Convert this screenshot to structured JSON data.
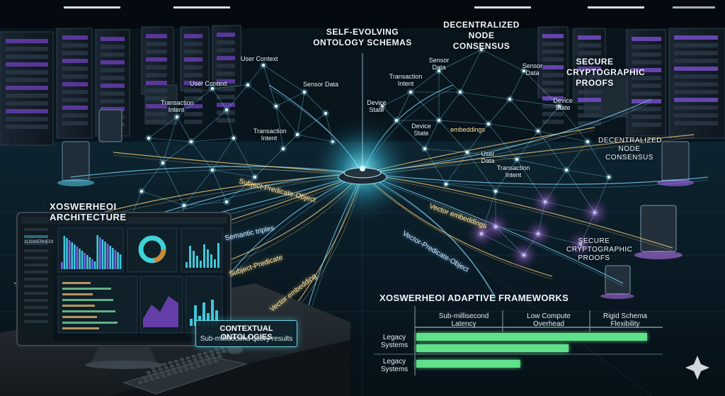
{
  "headlines": {
    "self_evolving": "SELF-EVOLVING ONTOLOGY SCHEMAS",
    "consensus_top": "DECENTRALIZED NODE CONSENSUS",
    "secure_top": "SECURE CRYPTOGRAPHIC PROOFS",
    "consensus_right": "DECENTRALIZED NODE CONSENSUS",
    "secure_bottom": "SECURE CRYPTOGRAPHIC PROOFS",
    "architecture": "XOSWERHEOI ARCHITECTURE"
  },
  "left_network_labels": {
    "user_context_top": "User Context",
    "user_context": "User Context",
    "sensor_data": "Sensor Data",
    "transaction_intent": "Transaction Intent",
    "transaction_intent_2": "Transaction Intent"
  },
  "right_network_labels": {
    "sensor_data": "Sensor Data",
    "transaction_intent": "Transaction Intent",
    "device_state": "Device State",
    "device_state_2": "Device State",
    "user_data": "User Data",
    "sensor_right": "Sensor Data",
    "device_state_right": "Device State",
    "transaction_intent_2": "Transaction Intent",
    "embeddings": "embeddings"
  },
  "streams": {
    "spo": "Subject-Predicate-Object",
    "semantic_triples": "Semantic triples",
    "subject_predicate": "Subject-Predicate",
    "vector_embedding": "Vector embedding",
    "vector_embeddings": "Vector embeddings",
    "vector_predicate_object": "Vector-Predicate-Object"
  },
  "monitor": {
    "logo": "XOSWERHEOI"
  },
  "tag": {
    "title": "CONTEXTUAL ONTOLOGIES",
    "subtitle": "Sub-millisecond query results"
  },
  "frameworks": {
    "title": "XOSWERHEOI ADAPTIVE FRAMEWORKS",
    "columns": [
      "Sub-millisecond Latency",
      "Low Compute Overhead",
      "Rigid Schema Flexibility"
    ],
    "rows": [
      "Legacy Systems",
      "Legacy Systems"
    ]
  },
  "chart_data": {
    "type": "bar",
    "title": "XOSWERHEOI ADAPTIVE FRAMEWORKS",
    "categories": [
      "Sub-millisecond Latency",
      "Low Compute Overhead",
      "Rigid Schema Flexibility"
    ],
    "row_labels": [
      "Legacy Systems",
      "Legacy Systems"
    ],
    "bars": [
      {
        "row": 0,
        "value": 1.0
      },
      {
        "row": 0,
        "value": 0.66
      },
      {
        "row": 1,
        "value": 0.45
      }
    ],
    "xlim": [
      0,
      1
    ],
    "bar_color": "#5fe08a"
  },
  "colors": {
    "accent": "#4fe0ff",
    "warm": "#ffd27a",
    "purple": "#b06bff",
    "bar": "#5fe08a"
  }
}
